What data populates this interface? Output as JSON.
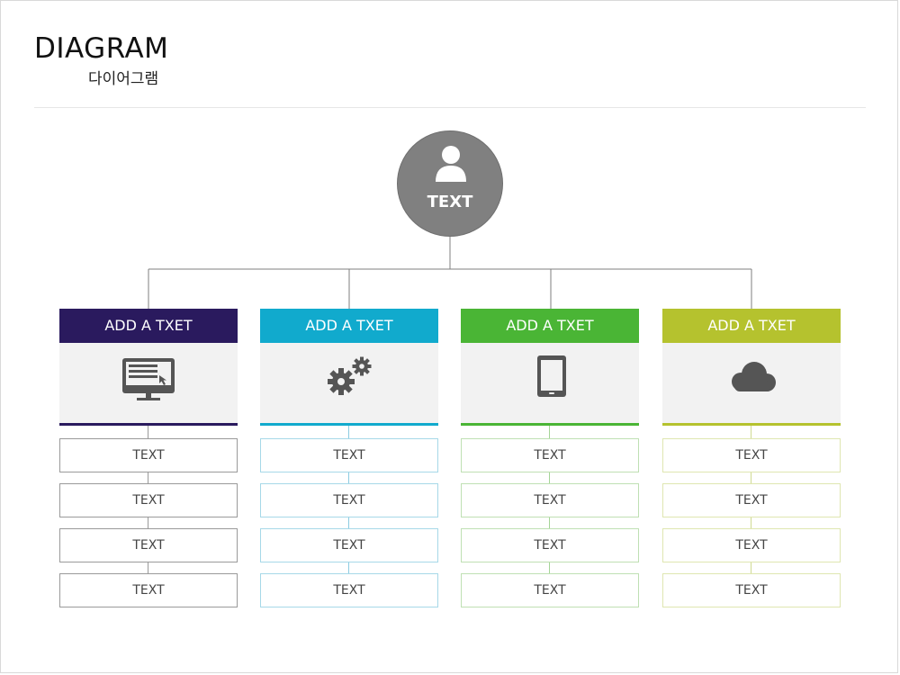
{
  "header": {
    "title": "DIAGRAM",
    "subtitle": "다이어그램"
  },
  "hub": {
    "label": "TEXT",
    "icon": "user-icon",
    "color": "#808080"
  },
  "columns": [
    {
      "label": "ADD A TXET",
      "color": "#2a1a5e",
      "sub_border": "#9a9a9a",
      "connector": "#9a9a9a",
      "icon": "monitor-icon",
      "items": [
        "TEXT",
        "TEXT",
        "TEXT",
        "TEXT"
      ]
    },
    {
      "label": "ADD A TXET",
      "color": "#11aacd",
      "sub_border": "#a6d8e8",
      "connector": "#8ccce2",
      "icon": "gears-icon",
      "items": [
        "TEXT",
        "TEXT",
        "TEXT",
        "TEXT"
      ]
    },
    {
      "label": "ADD A TXET",
      "color": "#4ab535",
      "sub_border": "#bfe0b3",
      "connector": "#a5d597",
      "icon": "tablet-icon",
      "items": [
        "TEXT",
        "TEXT",
        "TEXT",
        "TEXT"
      ]
    },
    {
      "label": "ADD A TXET",
      "color": "#b5c22e",
      "sub_border": "#dfe6b1",
      "connector": "#d0da92",
      "icon": "cloud-icon",
      "items": [
        "TEXT",
        "TEXT",
        "TEXT",
        "TEXT"
      ]
    }
  ],
  "colors": {
    "icon": "#555555",
    "wire": "#7f7f7f",
    "panel": "#f2f2f2"
  }
}
